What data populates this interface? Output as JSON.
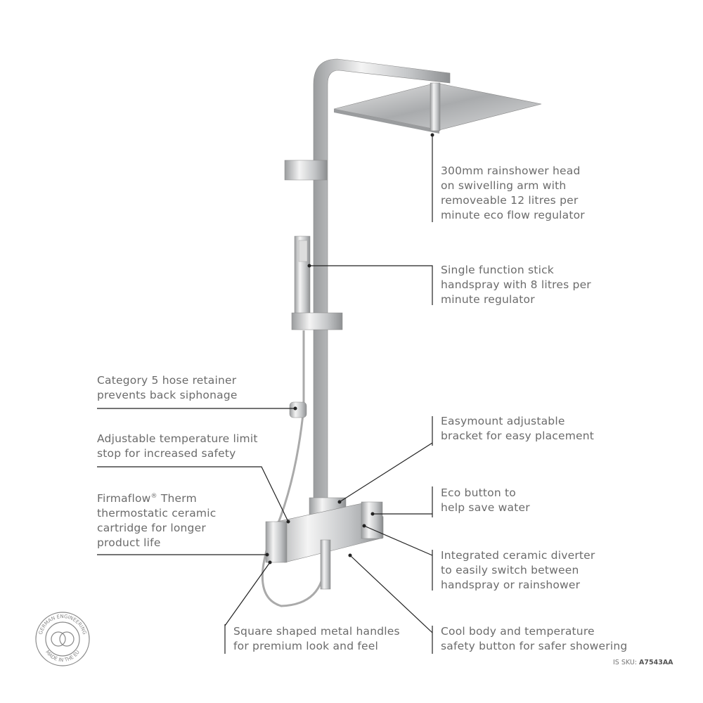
{
  "callouts": {
    "rainshower": "300mm rainshower head\non swivelling arm with\nremoveable 12 litres per\nminute eco flow regulator",
    "handspray": "Single function stick\nhandspray with 8 litres per\nminute regulator",
    "hose_retainer": "Category 5 hose retainer\nprevents back siphonage",
    "temp_limit": "Adjustable temperature limit\nstop for increased safety",
    "cartridge_brand": "Firmaflow",
    "cartridge_reg": "®",
    "cartridge_rest": " Therm\nthermostatic ceramic\ncartridge for longer\nproduct life",
    "bracket": "Easymount adjustable\nbracket for easy placement",
    "eco_button": "Eco button to\nhelp save water",
    "diverter": "Integrated ceramic diverter\nto easily switch between\nhandspray or rainshower",
    "handles": "Square shaped metal handles\nfor premium look and feel",
    "cool_body": "Cool body and temperature\nsafety button for safer showering"
  },
  "badge": {
    "top_text": "GERMAN ENGINEERING",
    "bottom_text": "MADE IN THE EU"
  },
  "sku": {
    "label": "IS SKU: ",
    "value": "A7543AA"
  },
  "colors": {
    "text": "#6b6b6b",
    "leader": "#222222",
    "chrome": "#c8cacc"
  }
}
